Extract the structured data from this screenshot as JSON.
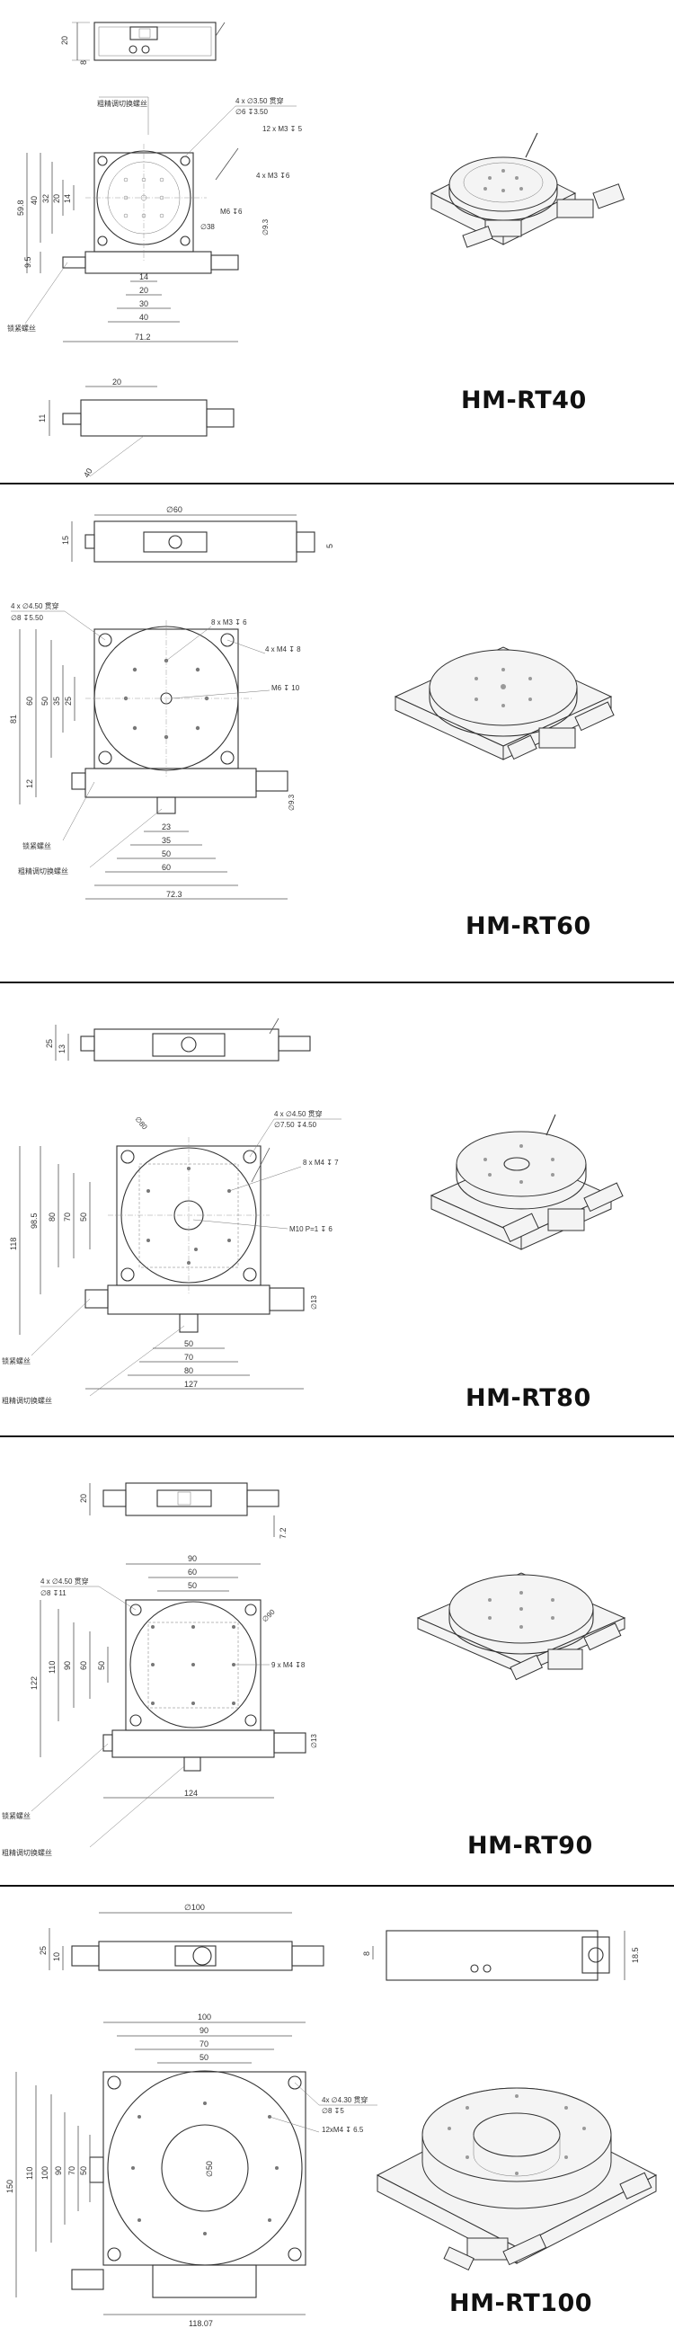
{
  "sections": [
    {
      "model": "HM-RT40",
      "top_dims": [
        "20",
        "8"
      ],
      "front_dims": [
        "59.8",
        "40",
        "32",
        "20",
        "14",
        "9.5",
        "14",
        "20",
        "30",
        "40",
        "71.2"
      ],
      "callouts": [
        "4 x ∅3.50 贯穿",
        "∅6 ↧3.50",
        "12 x M3 ↧ 5",
        "4 x M3 ↧6",
        "M6 ↧6",
        "∅38",
        "∅9.3"
      ],
      "labels_cn": [
        "粗精调切换螺丝",
        "锁紧螺丝"
      ],
      "side_dims": [
        "20",
        "11",
        "40"
      ]
    },
    {
      "model": "HM-RT60",
      "top_dims": [
        "∅60",
        "15",
        "5"
      ],
      "front_dims": [
        "81",
        "60",
        "50",
        "35",
        "25",
        "12",
        "23",
        "35",
        "50",
        "60",
        "72.3"
      ],
      "callouts": [
        "4 x ∅4.50 贯穿",
        "∅8 ↧5.50",
        "8 x M3 ↧ 6",
        "4 x M4 ↧ 8",
        "M6 ↧ 10",
        "∅9.3"
      ],
      "labels_cn": [
        "锁紧螺丝",
        "粗精调切换螺丝"
      ]
    },
    {
      "model": "HM-RT80",
      "top_dims": [
        "25",
        "13"
      ],
      "front_dims": [
        "118",
        "98.5",
        "80",
        "70",
        "50",
        "50",
        "70",
        "80",
        "127"
      ],
      "callouts": [
        "∅80",
        "4 x ∅4.50 贯穿",
        "∅7.50 ↧4.50",
        "8 x M4 ↧ 7",
        "M10 P=1 ↧ 6",
        "∅13"
      ],
      "labels_cn": [
        "锁紧螺丝",
        "粗精调切换螺丝"
      ]
    },
    {
      "model": "HM-RT90",
      "top_dims": [
        "20",
        "7.2"
      ],
      "front_dims": [
        "90",
        "60",
        "50",
        "122",
        "110",
        "90",
        "60",
        "50",
        "124"
      ],
      "callouts": [
        "4 x ∅4.50 贯穿",
        "∅8 ↧11",
        "∅90",
        "9 x M4 ↧8",
        "∅13"
      ],
      "labels_cn": [
        "锁紧螺丝",
        "粗精调切换螺丝"
      ]
    },
    {
      "model": "HM-RT100",
      "top_dims": [
        "∅100",
        "25",
        "10",
        "8",
        "18.5"
      ],
      "front_dims": [
        "100",
        "90",
        "70",
        "50",
        "150",
        "110",
        "100",
        "90",
        "70",
        "50",
        "∅50",
        "118.07"
      ],
      "callouts": [
        "4x ∅4.30 贯穿",
        "∅8 ↧5",
        "12xM4 ↧ 6.5"
      ],
      "labels_cn": []
    }
  ]
}
